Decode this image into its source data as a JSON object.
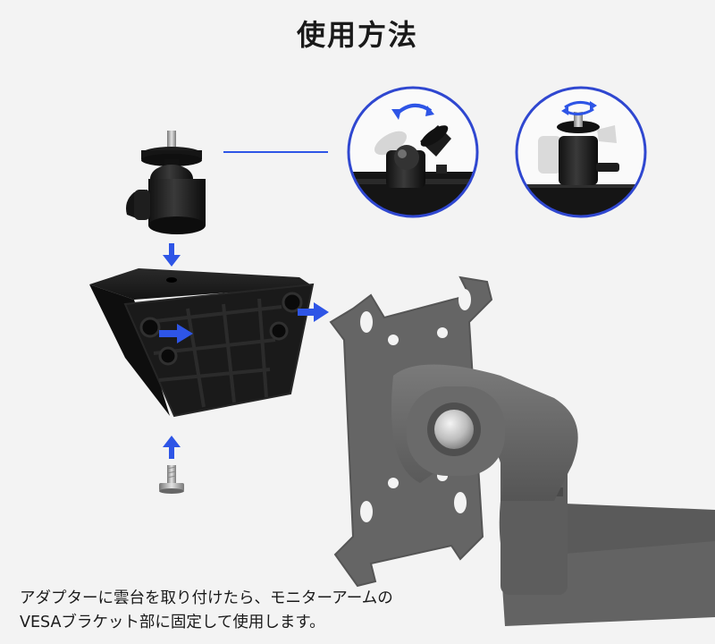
{
  "title": "使用方法",
  "caption": {
    "line1": "アダプターに雲台を取り付けたら、モニターアームの",
    "line2": "VESAブラケット部に固定して使用します。"
  },
  "colors": {
    "accent": "#2e55e6",
    "circle_border": "#2f47d0",
    "background": "#f3f3f3",
    "part_black": "#1b1b1b",
    "arm_gray": "#5f5f5f"
  },
  "icons": [
    "down-arrow-icon",
    "right-arrow-icon",
    "up-arrow-icon",
    "rotate-arrows-icon",
    "swivel-arrows-icon"
  ]
}
